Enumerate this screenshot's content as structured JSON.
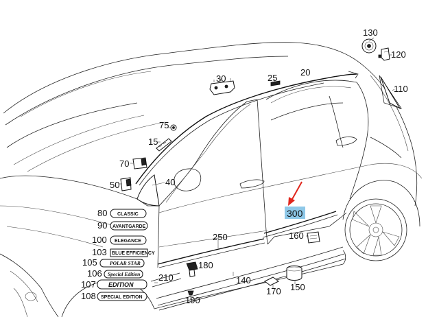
{
  "callouts": {
    "c20": "20",
    "c25": "25",
    "c30": "30",
    "c40": "40",
    "c50": "50",
    "c70": "70",
    "c75": "75",
    "c15": "15",
    "c110": "110",
    "c120": "120",
    "c130": "130",
    "c140": "140",
    "c150": "150",
    "c160": "160",
    "c170": "170",
    "c180": "180",
    "c190": "190",
    "c210": "210",
    "c250": "250",
    "c300": "300",
    "c80": "80",
    "c90": "90",
    "c100": "100",
    "c103": "103",
    "c105": "105",
    "c106": "106",
    "c107": "107",
    "c108": "108"
  },
  "badges": {
    "classic": "CLASSIC",
    "avantgarde": "AVANTGARDE",
    "elegance": "ELEGANCE",
    "blue_efficiency": "BLUE EFFICIENCY",
    "polar_star": "POLAR STAR",
    "special_edition_script": "Special Edition",
    "edition": "EDITION",
    "special_edition": "SPECIAL EDITION"
  },
  "colors": {
    "highlight": "#8ec8e8",
    "arrow": "#e0261c",
    "line": "#222222"
  }
}
